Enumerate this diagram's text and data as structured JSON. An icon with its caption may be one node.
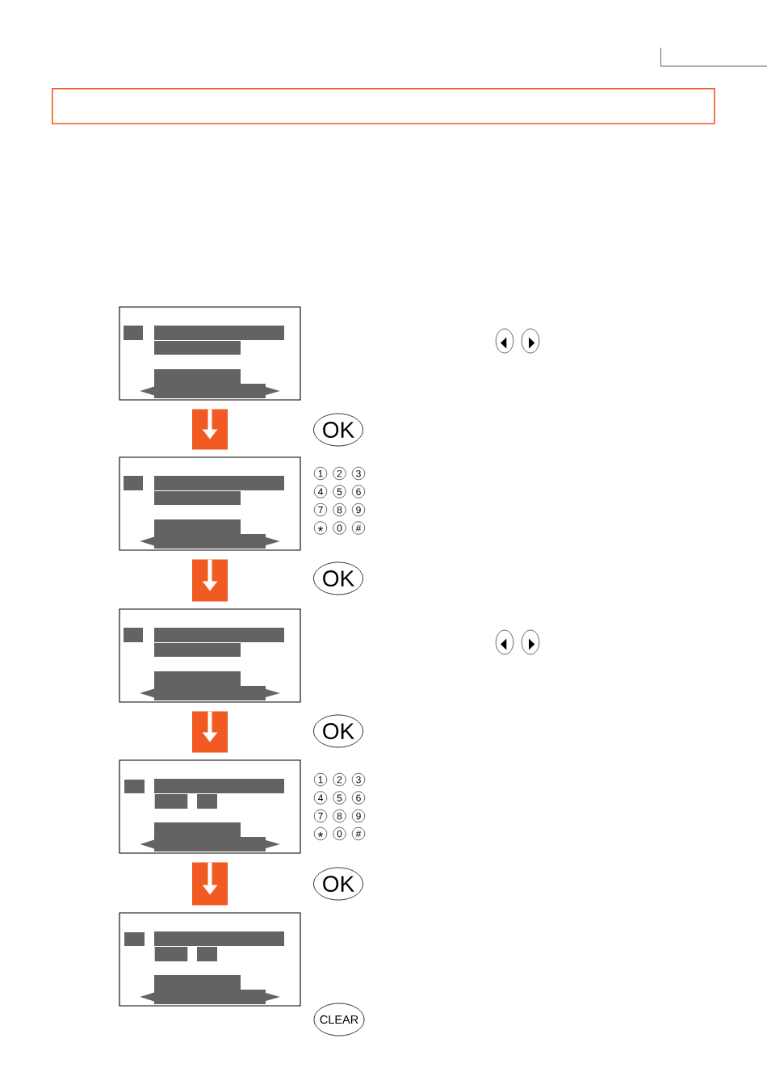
{
  "diagram": {
    "nodes": [
      {
        "text": [],
        "shape": "box"
      },
      {
        "text": [],
        "shape": "box"
      },
      {
        "text": [],
        "shape": "bar",
        "in": 1
      },
      {
        "text": [],
        "shape": "bar",
        "in": 1
      },
      {
        "text": [],
        "shape": "bar",
        "in": 1
      },
      {
        "text": [],
        "shape": "bar",
        "in": 1
      },
      {
        "text": [],
        "shape": "triangle",
        "in": 1
      },
      {
        "text": [],
        "shape": "bar",
        "in": 1
      },
      {
        "text": [],
        "shape": "triangle",
        "in": 1
      },
      {
        "text": [
          "OK"
        ]
      },
      {
        "text": [],
        "shape": "box"
      },
      {
        "text": [],
        "shape": "bar",
        "in": 10
      },
      {
        "text": [],
        "shape": "bar",
        "in": 10
      },
      {
        "text": [],
        "shape": "bar",
        "in": 10
      },
      {
        "text": [],
        "shape": "bar",
        "in": 10
      },
      {
        "text": [],
        "shape": "triangle",
        "in": 10
      },
      {
        "text": [],
        "shape": "bar",
        "in": 10
      },
      {
        "text": [],
        "shape": "triangle",
        "in": 10
      },
      {
        "text": [
          "1"
        ]
      },
      {
        "text": [
          "2"
        ]
      },
      {
        "text": [
          "3"
        ]
      },
      {
        "text": [
          "4"
        ]
      },
      {
        "text": [
          "5"
        ]
      },
      {
        "text": [
          "6"
        ]
      },
      {
        "text": [
          "7"
        ]
      },
      {
        "text": [
          "8"
        ]
      },
      {
        "text": [
          "9"
        ]
      },
      {
        "text": [
          "*"
        ]
      },
      {
        "text": [
          "0"
        ]
      },
      {
        "text": [
          "#"
        ]
      },
      {
        "text": [
          "OK"
        ]
      },
      {
        "text": [],
        "shape": "box"
      },
      {
        "text": [],
        "shape": "bar",
        "in": 31
      },
      {
        "text": [],
        "shape": "bar",
        "in": 31
      },
      {
        "text": [],
        "shape": "bar",
        "in": 31
      },
      {
        "text": [],
        "shape": "bar",
        "in": 31
      },
      {
        "text": [],
        "shape": "triangle",
        "in": 31
      },
      {
        "text": [],
        "shape": "bar",
        "in": 31
      },
      {
        "text": [],
        "shape": "triangle",
        "in": 31
      },
      {
        "text": [
          "OK"
        ]
      },
      {
        "text": [],
        "shape": "box"
      },
      {
        "text": [],
        "shape": "bar",
        "in": 40
      },
      {
        "text": [],
        "shape": "bar",
        "in": 40
      },
      {
        "text": [],
        "shape": "bar",
        "in": 40
      },
      {
        "text": [],
        "shape": "bar",
        "in": 40
      },
      {
        "text": [],
        "shape": "bar",
        "in": 40
      },
      {
        "text": [],
        "shape": "triangle",
        "in": 40
      },
      {
        "text": [],
        "shape": "bar",
        "in": 40
      },
      {
        "text": [],
        "shape": "triangle",
        "in": 40
      },
      {
        "text": [
          "1"
        ]
      },
      {
        "text": [
          "2"
        ]
      },
      {
        "text": [
          "3"
        ]
      },
      {
        "text": [
          "4"
        ]
      },
      {
        "text": [
          "5"
        ]
      },
      {
        "text": [
          "6"
        ]
      },
      {
        "text": [
          "7"
        ]
      },
      {
        "text": [
          "8"
        ]
      },
      {
        "text": [
          "9"
        ]
      },
      {
        "text": [
          "*"
        ]
      },
      {
        "text": [
          "0"
        ]
      },
      {
        "text": [
          "#"
        ]
      },
      {
        "text": [
          "OK"
        ]
      },
      {
        "text": [],
        "shape": "box"
      },
      {
        "text": [],
        "shape": "bar",
        "in": 62
      },
      {
        "text": [],
        "shape": "bar",
        "in": 62
      },
      {
        "text": [],
        "shape": "bar",
        "in": 62
      },
      {
        "text": [],
        "shape": "bar",
        "in": 62
      },
      {
        "text": [],
        "shape": "bar",
        "in": 62
      },
      {
        "text": [],
        "shape": "triangle",
        "in": 62
      },
      {
        "text": [],
        "shape": "bar",
        "in": 62
      },
      {
        "text": [],
        "shape": "triangle",
        "in": 62
      },
      {
        "text": [
          "CLEAR"
        ]
      }
    ],
    "edges": [
      {
        "from": 1,
        "to": 10,
        "arrow": "to"
      },
      {
        "from": 10,
        "to": 31,
        "arrow": "to"
      },
      {
        "from": 31,
        "to": 40,
        "arrow": "to"
      },
      {
        "from": 40,
        "to": 62,
        "arrow": "to"
      }
    ]
  }
}
